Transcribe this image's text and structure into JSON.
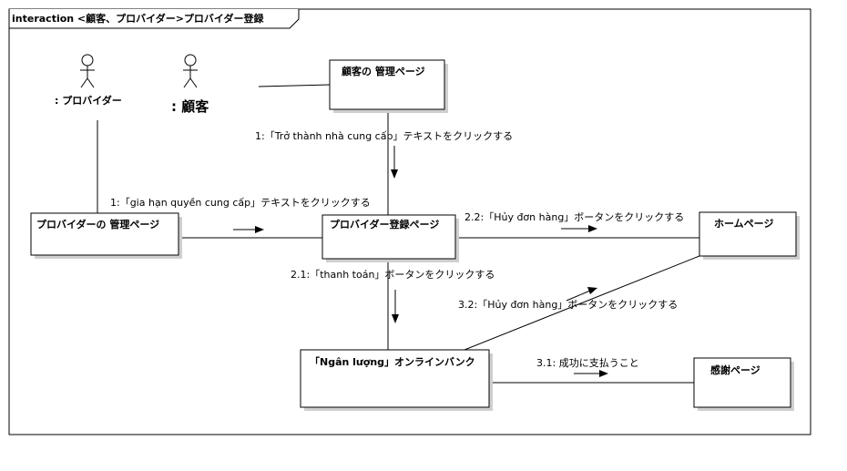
{
  "frame": {
    "title": "interaction <顧客、プロバイダー>プロバイダー登録"
  },
  "actors": {
    "provider": ": プロバイダー",
    "customer": ": 顧客"
  },
  "objects": {
    "customer_admin": "顧客の 管理ページ",
    "provider_admin": "プロバイダーの 管理ページ",
    "provider_register": "プロバイダー登録ページ",
    "home": "ホームページ",
    "online_bank": "「Ngân lượng」オンラインバンク",
    "thanks": "感謝ページ"
  },
  "messages": {
    "m1a": "1:「Trở thành nhà cung cấp」テキストをクリックする",
    "m1b": "1:「gia hạn quyền cung cấp」テキストをクリックする",
    "m21": "2.1:「thanh toán」ボータンをクリックする",
    "m22": "2.2:「Hủy đơn hàng」ボータンをクリックする",
    "m32": "3.2:「Hủy đơn hàng」ボータンをクリックする",
    "m31": "3.1: 成功に支払うこと"
  }
}
